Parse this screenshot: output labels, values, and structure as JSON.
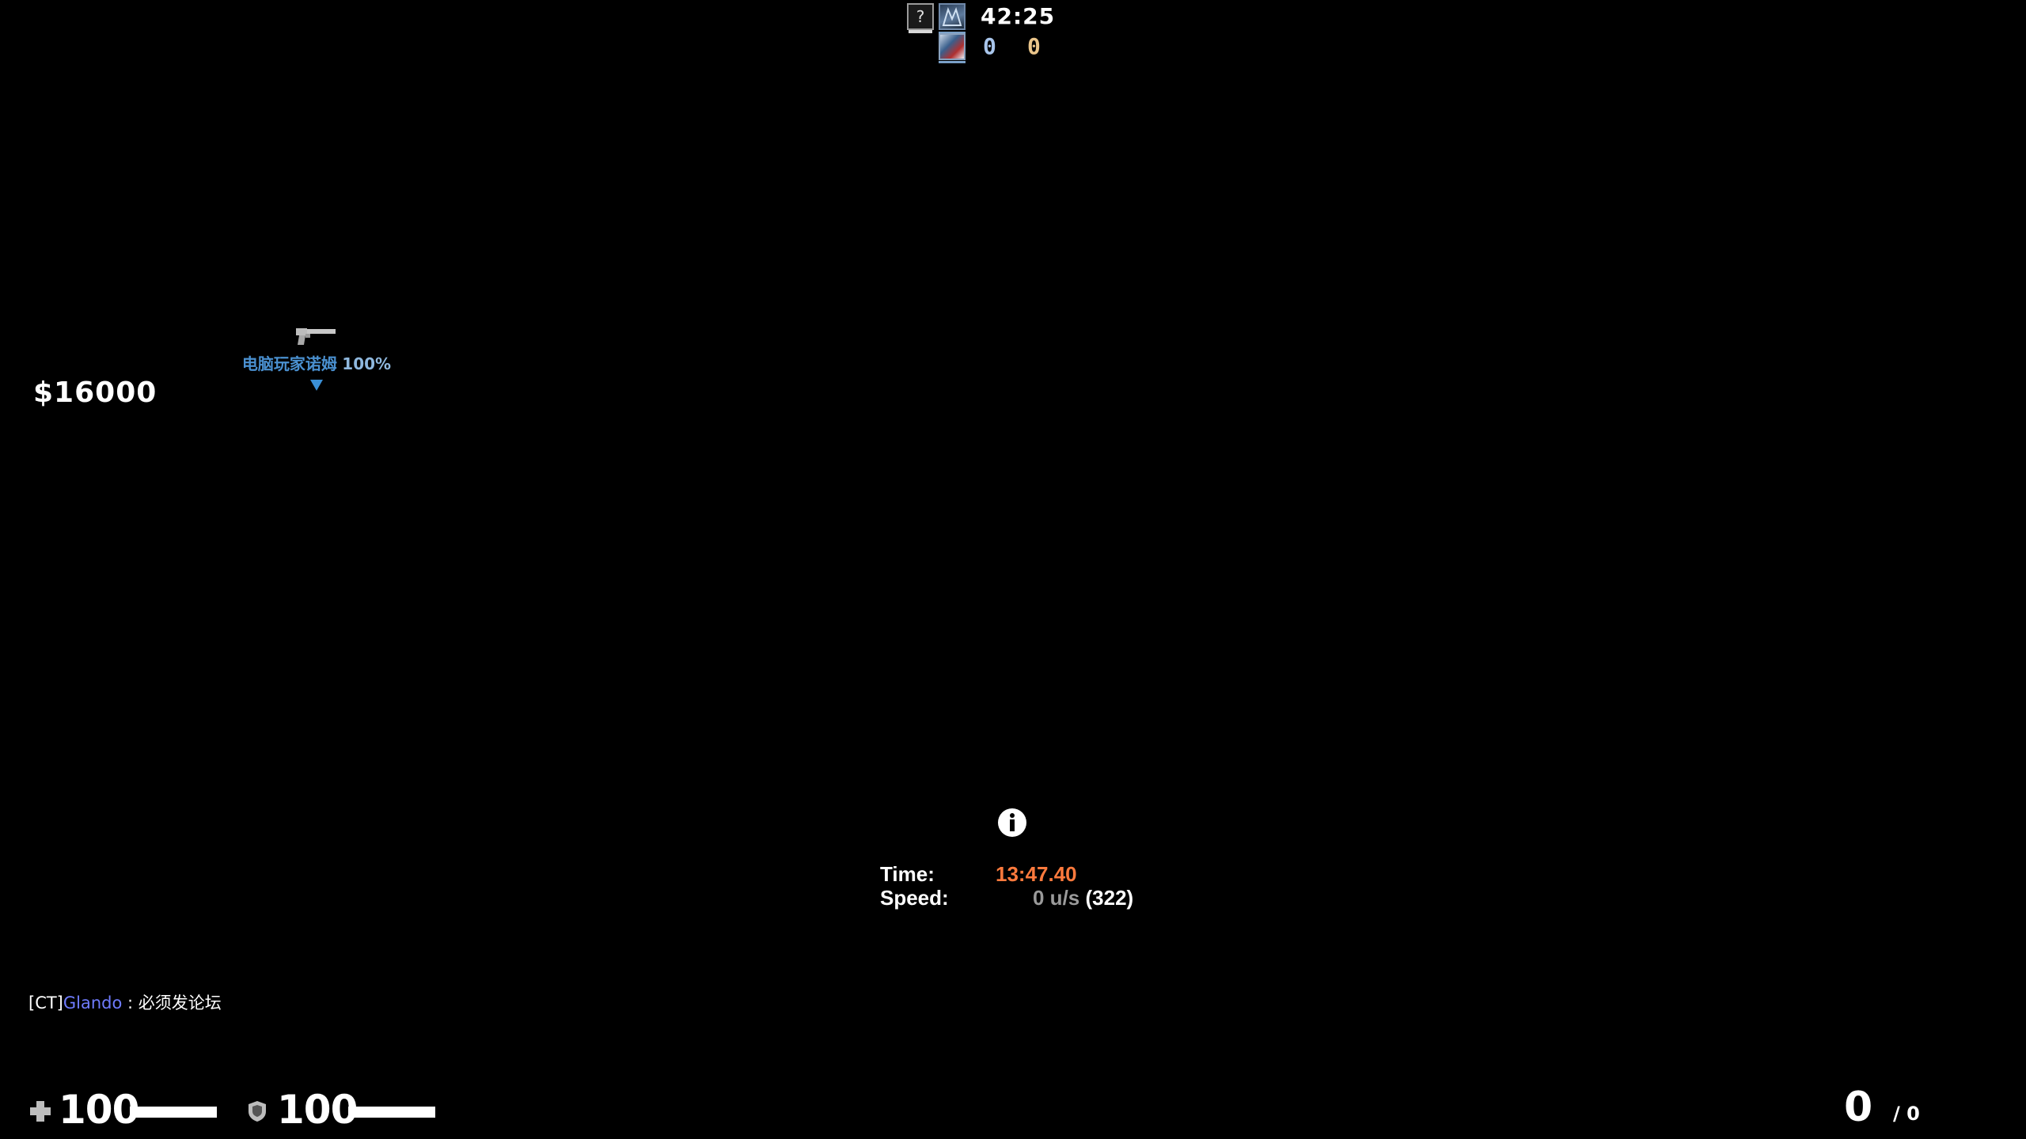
{
  "scoreboard": {
    "unknown_slot_glyph": "?",
    "round_timer": "42:25",
    "ct_score": "0",
    "t_score": "0",
    "ct_color": "#a9c6ec",
    "t_color": "#eac58a"
  },
  "teammate": {
    "weapon_icon": "pistol-icon",
    "name": "电脑玩家诺姆",
    "health": "100%",
    "name_color": "#4a90d0"
  },
  "money": "$16000",
  "timer_panel": {
    "time_label": "Time:",
    "time_value": "13:47.40",
    "speed_label": "Speed:",
    "speed_value": "0 u/s",
    "speed_max": "(322)",
    "time_color": "#ff7a3d",
    "info_icon": "info-icon"
  },
  "chat": {
    "team_tag": "[CT]",
    "player": "Glando",
    "separator": " : ",
    "message": "必须发论坛",
    "player_color": "#6f7cff"
  },
  "status": {
    "health": "100",
    "health_fraction": 1.0,
    "armor": "100",
    "armor_fraction": 1.0,
    "health_icon": "health-cross-icon",
    "armor_icon": "armor-shield-icon"
  },
  "ammo": {
    "clip": "0",
    "reserve": "/ 0"
  }
}
